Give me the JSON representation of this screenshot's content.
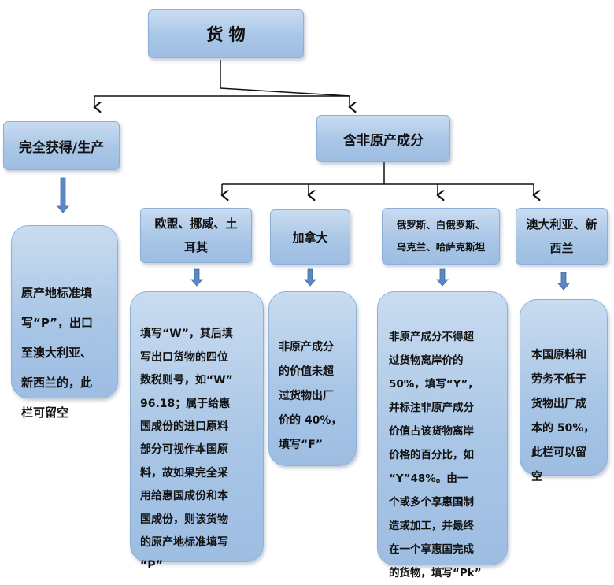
{
  "root": "货 物",
  "left_branch": {
    "title": "完全获得/生产",
    "text": "原产地标准填\n写“P”，出口\n至澳大利亚、\n新西兰的，此\n栏可留空"
  },
  "right_branch": {
    "title": "含非原产成分",
    "regions": [
      {
        "title": "欧盟、挪威、土\n耳其",
        "text": "填写“W”，其后填\n写出口货物的四位\n数税则号，如“W”\n96.18；属于给惠\n国成份的进口原料\n部分可视作本国原\n料，故如果完全采\n用给惠国成份和本\n国成份，则该货物\n的原产地标准填写\n“P”"
      },
      {
        "title": "加拿大",
        "text": "非原产成分\n的价值未超\n过货物出厂\n价的 40%，\n填写“F”"
      },
      {
        "title": "俄罗斯、白俄罗斯、\n乌克兰、哈萨克斯坦",
        "text": "非原产成分不得超\n过货物离岸价的\n50%，填写“Y”，\n并标注非原产成分\n价值占该货物离岸\n价格的百分比，如\n“Y”48%。由一\n个或多个享惠国制\n造或加工，并最终\n在一个享惠国完成\n的货物，填写“Pk”"
      },
      {
        "title": "澳大利亚、新\n西兰",
        "text": "本国原料和\n劳务不低于\n货物出厂成\n本的 50%，\n此栏可以留\n空"
      }
    ]
  }
}
